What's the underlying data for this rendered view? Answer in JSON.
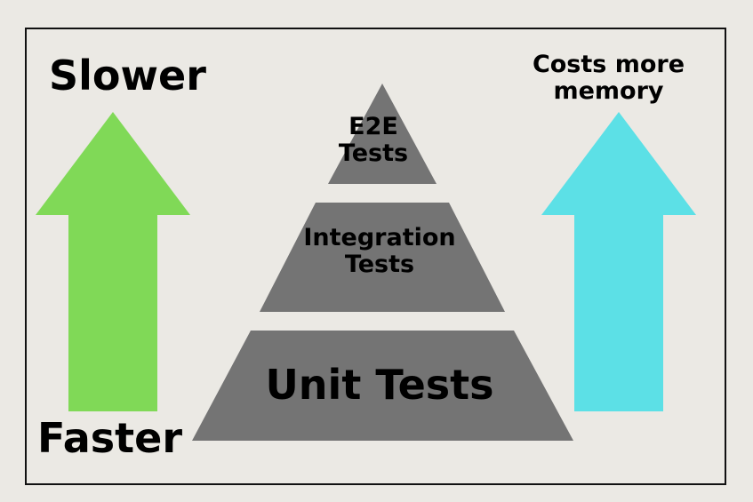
{
  "labels": {
    "slower": "Slower",
    "faster": "Faster",
    "costs_line1": "Costs more",
    "costs_line2": "memory"
  },
  "pyramid": {
    "top": {
      "line1": "E2E",
      "line2": "Tests"
    },
    "middle": {
      "line1": "Integration",
      "line2": "Tests"
    },
    "bottom": {
      "line1": "Unit Tests"
    }
  },
  "colors": {
    "background": "#ebe9e4",
    "frame": "#111111",
    "pyramid": "#747474",
    "left_arrow": "#80d957",
    "right_arrow": "#5ce0e6",
    "text": "#000000"
  }
}
